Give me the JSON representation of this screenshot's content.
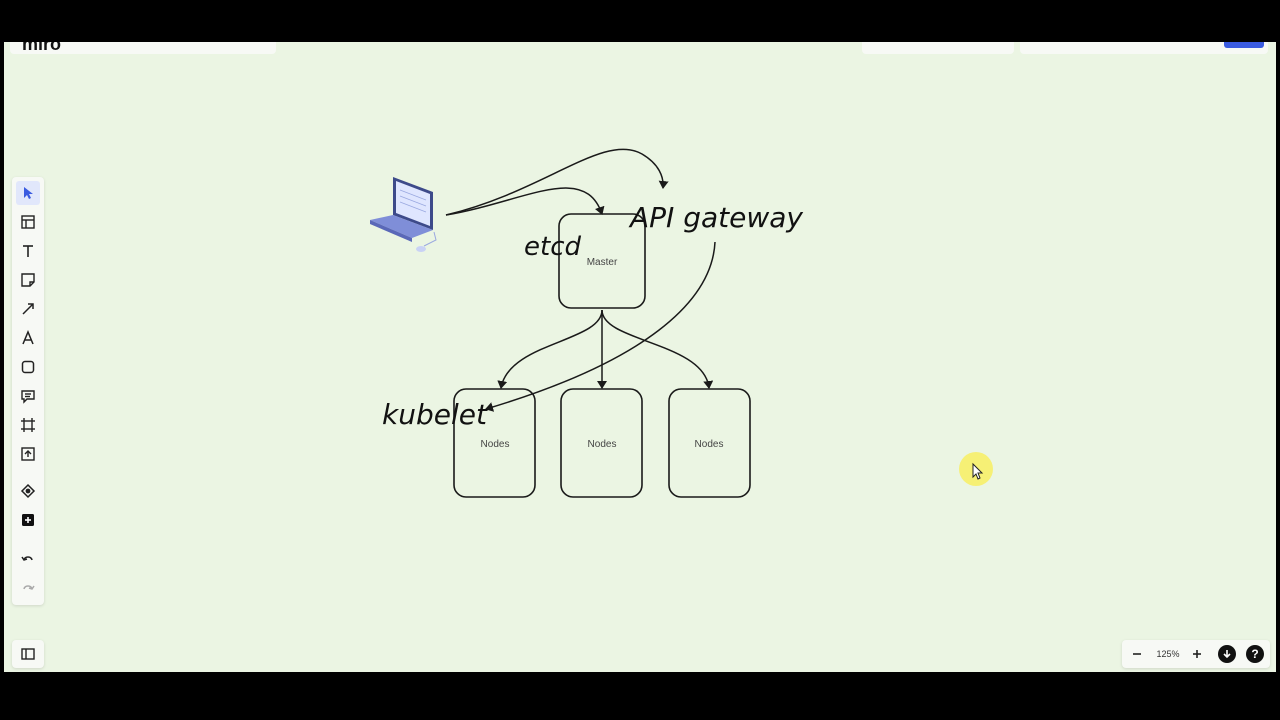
{
  "app": {
    "logo": "miro"
  },
  "diagram": {
    "master_label": "Master",
    "node_labels": [
      "Nodes",
      "Nodes",
      "Nodes"
    ],
    "etcd_label": "etcd",
    "api_gateway_label": "API gateway",
    "kubelet_label": "kubelet"
  },
  "toolbar": {
    "tools": [
      "select-icon",
      "templates-icon",
      "text-icon",
      "sticky-note-icon",
      "connection-line-icon",
      "pen-icon",
      "shapes-icon",
      "comment-icon",
      "frame-icon",
      "upload-icon",
      "apps-icon",
      "add-icon",
      "undo-icon",
      "redo-icon"
    ]
  },
  "zoom": {
    "level": "125%"
  },
  "colors": {
    "canvas_bg": "#ebf5e3",
    "accent": "#3a5be0",
    "cursor_highlight": "#faee50"
  }
}
